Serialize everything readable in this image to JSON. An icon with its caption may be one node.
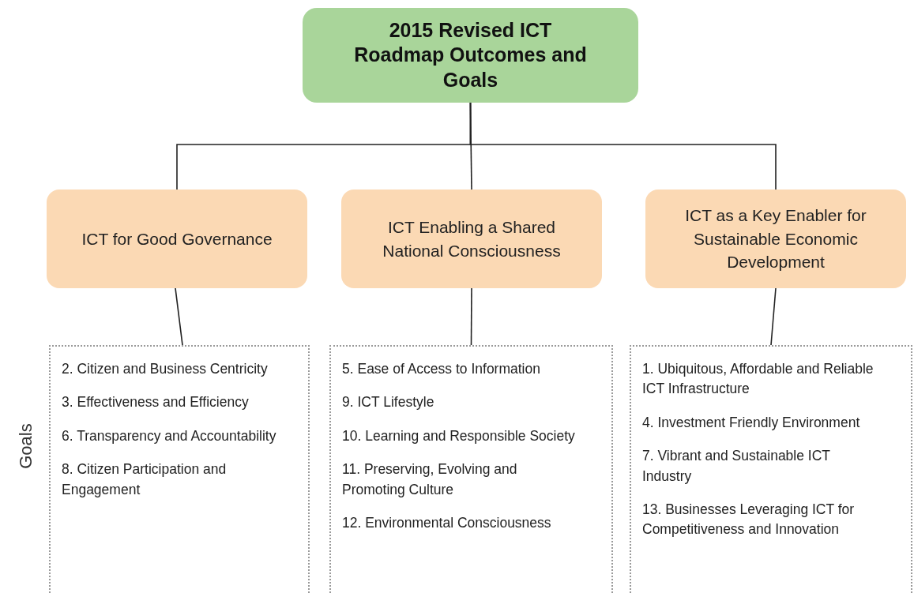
{
  "diagram": {
    "nodes": [
      {
        "text": [
          "2015 Revised ICT Roadmap Outcomes and Goals"
        ]
      },
      {
        "text": [
          "ICT for Good Governance"
        ]
      },
      {
        "text": [
          "ICT Enabling a Shared National Consciousness"
        ]
      },
      {
        "text": [
          "ICT as a Key Enabler for Sustainable Economic Development"
        ]
      },
      {
        "text": [
          "2. Citizen and Business Centricity",
          "3. Effectiveness and Efficiency",
          "6. Transparency and Accountability",
          "8. Citizen Participation and Engagement"
        ]
      },
      {
        "text": [
          "5. Ease of Access to Information",
          "9. ICT Lifestyle",
          "10. Learning and Responsible Society",
          "11. Preserving, Evolving and Promoting Culture",
          "12. Environmental Consciousness"
        ]
      },
      {
        "text": [
          "1. Ubiquitous, Affordable and Reliable ICT Infrastructure",
          "4. Investment Friendly Environment",
          "7. Vibrant and Sustainable ICT Industry",
          "13. Businesses Leveraging ICT for Competitiveness and Innovation"
        ]
      }
    ],
    "edges": [
      {
        "from": 0,
        "to": 1,
        "arrow": "none"
      },
      {
        "from": 0,
        "to": 2,
        "arrow": "none"
      },
      {
        "from": 0,
        "to": 3,
        "arrow": "none"
      },
      {
        "from": 1,
        "to": 4,
        "arrow": "none"
      },
      {
        "from": 2,
        "to": 5,
        "arrow": "none"
      },
      {
        "from": 3,
        "to": 6,
        "arrow": "none"
      }
    ],
    "labels": [
      "Goals"
    ]
  }
}
